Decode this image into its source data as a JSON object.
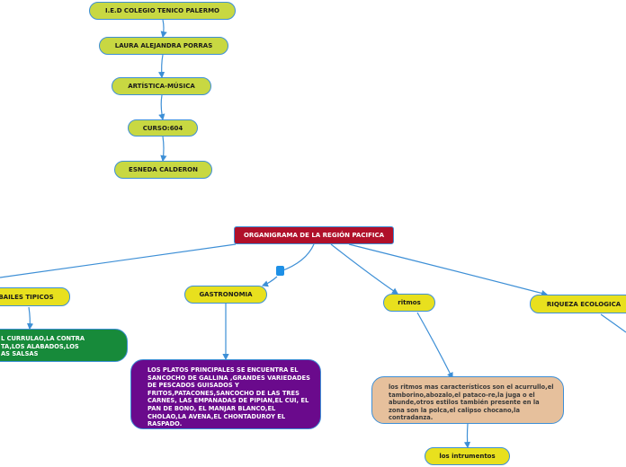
{
  "header_chain": [
    "I.E.D COLEGIO TENICO PALERMO",
    "LAURA ALEJANDRA PORRAS",
    "ARTÍSTICA-MÚSICA",
    "CURSO:604",
    "ESNEDA CALDERON"
  ],
  "root": "ORGANIGRAMA DE LA REGIÓN PACIFICA",
  "branches": {
    "bailes": "BAILES TIPICOS",
    "gastronomia": "GASTRONOMIA",
    "ritmos": "ritmos",
    "riqueza": "RIQUEZA ECOLOGICA"
  },
  "details": {
    "bailes_text": "L CURRULAO,LA CONTRA\nTA,LOS ALABADOS,LOS\nAS SALSAS",
    "gastronomia_text": "LOS PLATOS PRINCIPALES SE ENCUENTRA EL SANCOCHO DE GALLINA ,GRANDES VARIEDADES DE PESCADOS GUISADOS Y FRITOS,PATACONES,SANCOCHO DE LAS TRES CARNES, LAS EMPANADAS DE PIPIAN,EL CUI, EL PAN DE BONO, EL MANJAR BLANCO,EL CHOLAO,LA AVENA,EL CHONTADUROY EL RASPADO.",
    "ritmos_text": "los ritmos mas característicos son el acurrullo,el tamborino,abozalo,el pataco-re,la juga o el abunde,otros estilos también presente en la zona son la polca,el calipso chocano,la contradanza.",
    "instrumentos": "los intrumentos"
  },
  "colors": {
    "pill_green": "#c8d842",
    "yellow": "#e8e01e",
    "root_red": "#b0102a",
    "green_box": "#178a3a",
    "purple_box": "#6a0a8c",
    "tan_box": "#e6c09c",
    "connector": "#3d8fd6"
  }
}
